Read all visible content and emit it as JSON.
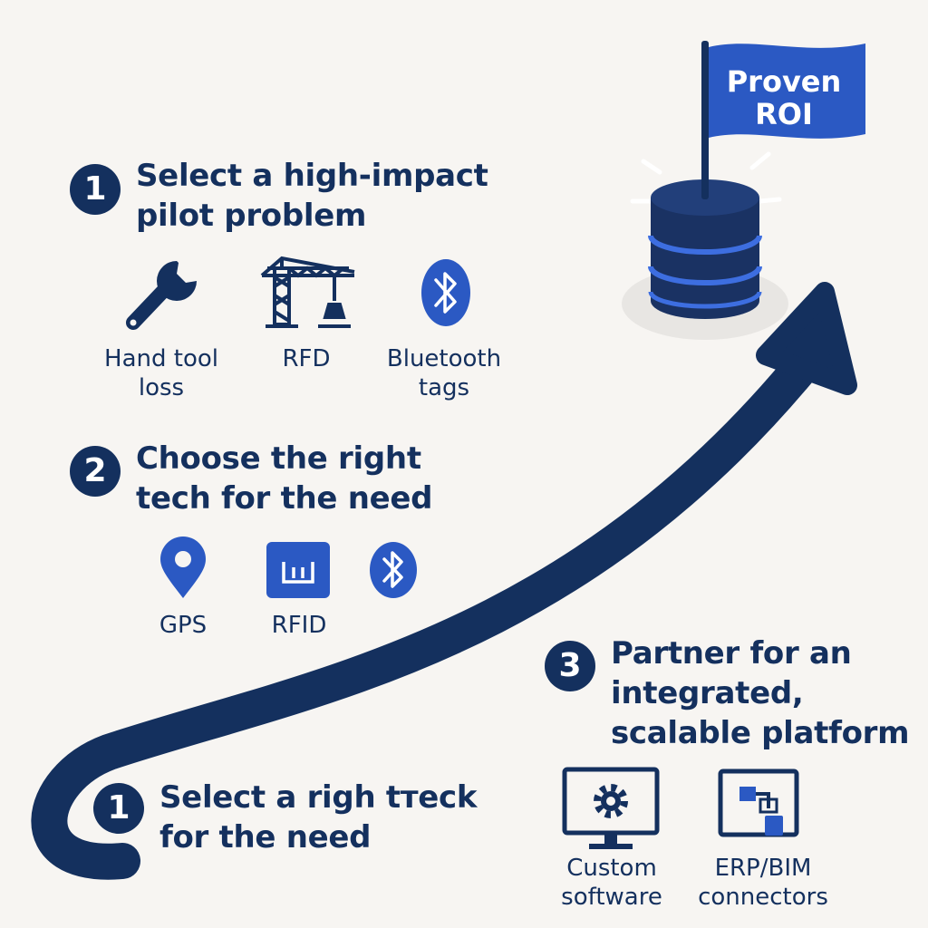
{
  "colors": {
    "navy": "#14305e",
    "blue": "#2b59c3",
    "background": "#f7f5f2"
  },
  "flag": {
    "line1": "Proven",
    "line2": "ROI"
  },
  "step1": {
    "number": "1",
    "title_line1": "Select a high-impact",
    "title_line2": "pilot problem",
    "icons": [
      {
        "icon": "wrench-icon",
        "label_line1": "Hand tool",
        "label_line2": "loss"
      },
      {
        "icon": "crane-icon",
        "label_line1": "RFD",
        "label_line2": ""
      },
      {
        "icon": "bluetooth-icon",
        "label_line1": "Bluetooth",
        "label_line2": "tags"
      }
    ]
  },
  "step2": {
    "number": "2",
    "title_line1": "Choose the right",
    "title_line2": "tech for the need",
    "icons": [
      {
        "icon": "map-pin-icon",
        "label": "GPS"
      },
      {
        "icon": "rfid-chip-icon",
        "label": "RFID"
      },
      {
        "icon": "bluetooth-icon",
        "label": ""
      }
    ]
  },
  "step3": {
    "number": "3",
    "title_line1": "Partner for an",
    "title_line2": "integrated,",
    "title_line3": "scalable platform",
    "icons": [
      {
        "icon": "monitor-gear-icon",
        "label_line1": "Custom",
        "label_line2": "software"
      },
      {
        "icon": "connector-icon",
        "label_line1": "ERP/BIM",
        "label_line2": "connectors"
      }
    ]
  },
  "step_bottom": {
    "number": "1",
    "title_line1": "Select a righ tтeck",
    "title_line2": "for the need"
  }
}
